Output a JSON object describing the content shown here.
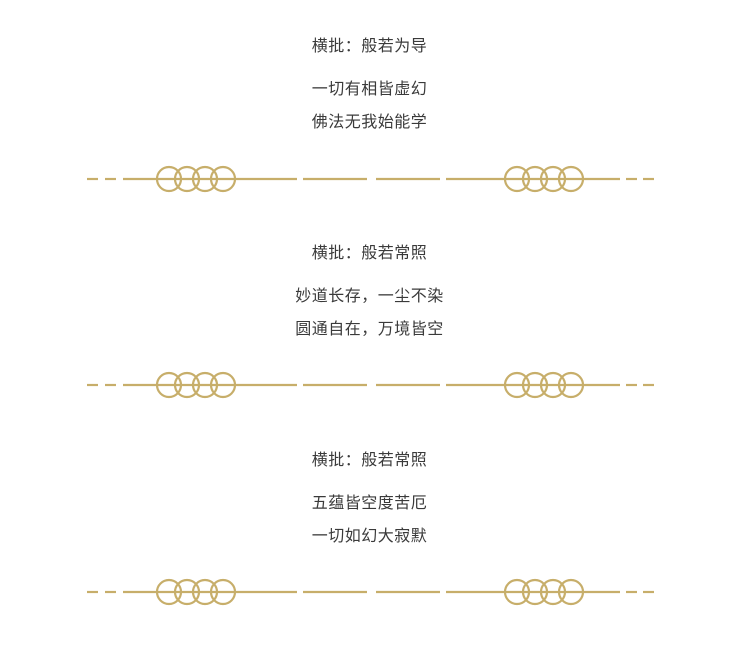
{
  "colors": {
    "text": "#3a3a3a",
    "ornament": "#c7ae6a",
    "background": "#ffffff"
  },
  "couplets": [
    {
      "header": "横批：般若为导",
      "line1": "一切有相皆虚幻",
      "line2": "佛法无我始能学"
    },
    {
      "header": "横批：般若常照",
      "line1": "妙道长存，一尘不染",
      "line2": "圆通自在，万境皆空"
    },
    {
      "header": "横批：般若常照",
      "line1": "五蕴皆空度苦厄",
      "line2": "一切如幻大寂默"
    }
  ]
}
